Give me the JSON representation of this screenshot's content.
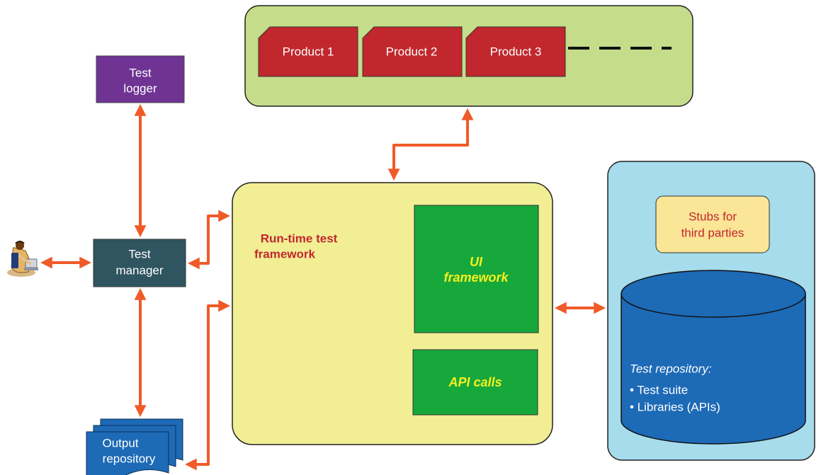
{
  "products": {
    "items": [
      "Product 1",
      "Product 2",
      "Product 3"
    ]
  },
  "test_logger": {
    "line1": "Test",
    "line2": "logger"
  },
  "test_manager": {
    "line1": "Test",
    "line2": "manager"
  },
  "output_repository": {
    "line1": "Output",
    "line2": "repository"
  },
  "runtime_framework": {
    "line1": "Run-time test",
    "line2": "framework"
  },
  "ui_framework": {
    "line1": "UI",
    "line2": "framework"
  },
  "api_calls": {
    "label": "API calls"
  },
  "stubs": {
    "line1": "Stubs for",
    "line2": "third parties"
  },
  "test_repository": {
    "title": "Test repository:",
    "items": [
      "• Test suite",
      "• Libraries (APIs)"
    ]
  },
  "colors": {
    "arrow": "#f05a28",
    "products_panel": "#c5dc8a",
    "product_card": "#c1272d",
    "test_logger": "#6f3393",
    "test_manager": "#2f5560",
    "runtime_panel": "#f1ee94",
    "ui_box": "#16a83b",
    "ui_text": "#f5f01e",
    "repo_panel": "#a6dcec",
    "cylinder": "#1d6ab6",
    "stubs_box": "#fbe596",
    "stubs_text": "#c1272d",
    "output_doc": "#1d6ab6"
  }
}
